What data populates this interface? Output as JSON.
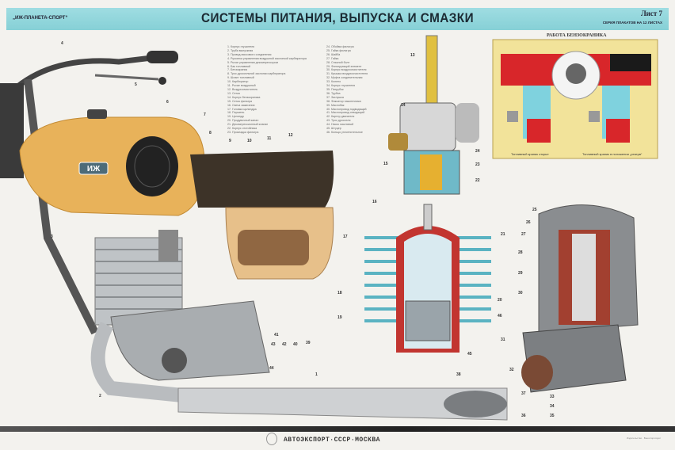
{
  "header": {
    "model": "„ИЖ-ПЛАНЕТА-СПОРТ“",
    "title": "СИСТЕМЫ ПИТАНИЯ, ВЫПУСКА И СМАЗКИ",
    "sheet": "Лист 7",
    "series": "СЕРИЯ ПЛАКАТОВ НА 12 ЛИСТАХ"
  },
  "tank_badge": "ИЖ",
  "legend_left": [
    "1. Корпус глушителя",
    "2. Труба выпускная",
    "3. Провод массового соединения",
    "4. Рукоятка управления воздушной заслонкой карбюратора",
    "5. Рычаг управления декомпрессором",
    "6. Бак топливный",
    "7. Бензокраник",
    "8. Трос дроссельной заслонки карбюратора",
    "9. Шланг топливный",
    "10. Карбюратор",
    "11. Рычаг воздушный",
    "12. Воздухоочиститель",
    "13. Сетка",
    "14. Корпус бензокраника",
    "15. Сетка фильтра",
    "16. Свеча зажигания",
    "17. Головка цилиндра",
    "18. Поршень",
    "19. Цилиндр",
    "20. Продувочный канал",
    "21. Декомпрессионный клапан",
    "22. Корпус отстойника",
    "23. Прокладка фильтра"
  ],
  "legend_right": [
    "24. Обойма фильтра",
    "25. Гайка фильтра",
    "26. Шайба",
    "27. Гайка",
    "28. Стяжной болт",
    "29. Фильтрующий элемент",
    "30. Корпус воздухоочистителя",
    "31. Крышка воздухоочистителя",
    "32. Муфта соединительная",
    "33. Колено",
    "34. Корпус глушителя",
    "35. Патрубок",
    "36. Трубка",
    "37. Заглушка",
    "38. Фиксатор наконечника",
    "39. Маслобак",
    "40. Маслопровод подводящий",
    "41. Маслопровод отводящий",
    "42. Картер двигателя",
    "43. Трос дросселя",
    "44. Насос масляный",
    "45. Штуцер",
    "46. Кольцо уплотнительное"
  ],
  "fuel_tap_panel": {
    "title": "РАБОТА БЕНЗОКРАНИКА",
    "caption_open": "Топливный краник открыт",
    "caption_reserve": "Топливный краник в положении „резерв“"
  },
  "callouts": [
    "4",
    "5",
    "6",
    "7",
    "8",
    "9",
    "10",
    "11",
    "12",
    "3",
    "2",
    "1",
    "43",
    "42",
    "41",
    "40",
    "39",
    "44",
    "13",
    "14",
    "15",
    "24",
    "23",
    "22",
    "16",
    "17",
    "21",
    "18",
    "19",
    "20",
    "46",
    "45",
    "25",
    "26",
    "27",
    "28",
    "29",
    "30",
    "31",
    "32",
    "33",
    "34",
    "35",
    "38",
    "37",
    "36"
  ],
  "footer": {
    "publisher": "АВТОЭКСПОРТ·СССР·МОСКВА",
    "imprint": "Издательство · Внешторгиздат"
  },
  "colors": {
    "banner": "#8fd3d8",
    "tank": "#e8b25a",
    "fuel": "#d8262a",
    "tap_body": "#7fd2de",
    "panel_bg": "#f2e39a"
  }
}
